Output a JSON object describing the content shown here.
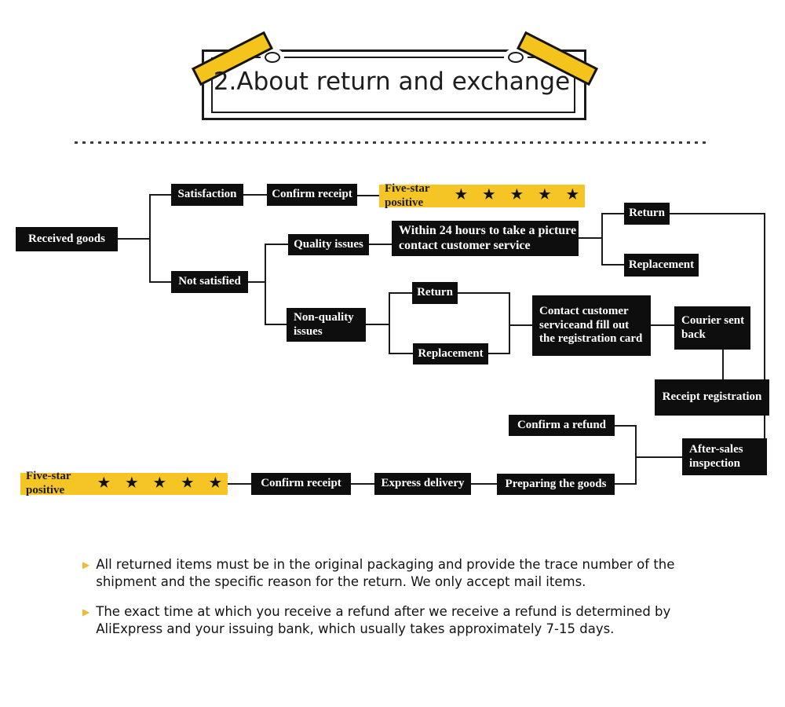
{
  "banner": {
    "title": "2.About return and exchange"
  },
  "flow": {
    "received_goods": "Received goods",
    "satisfaction": "Satisfaction",
    "confirm_receipt_top": "Confirm receipt",
    "five_star_top": "Five-star positive",
    "five_star_top_stars": "★ ★ ★ ★ ★",
    "quality_issues": "Quality issues",
    "not_satisfied": "Not satisfied",
    "within_24": "Within 24 hours to take a picture\ncontact customer service",
    "return_top": "Return",
    "replacement_top": "Replacement",
    "non_quality": "Non-quality\nissues",
    "return_mid": "Return",
    "replacement_mid": "Replacement",
    "contact_customer": "Contact customer\nserviceand fill out\nthe registration card",
    "courier_sent_back": "Courier sent\nback",
    "receipt_registration": "Receipt registration",
    "confirm_refund": "Confirm a refund",
    "after_sales": "After-sales\ninspection",
    "preparing_goods": "Preparing the goods",
    "five_star_bottom": "Five-star positive",
    "five_star_bottom_stars": "★ ★ ★ ★ ★",
    "confirm_receipt_bottom": "Confirm receipt",
    "express_delivery": "Express delivery"
  },
  "notes": [
    "All returned items must be in the original packaging and provide the trace number of the shipment and the specific reason for the return. We only accept mail items.",
    "The exact time at which you receive a refund after we receive a refund is determined by AliExpress and your issuing bank, which usually takes approximately 7-15 days."
  ],
  "colors": {
    "accent_yellow": "#F5C525",
    "tape_yellow": "#F4C41C",
    "node_black": "#0e0e0e",
    "line_black": "#1a1a1a",
    "bullet_gold": "#EFBB33"
  }
}
